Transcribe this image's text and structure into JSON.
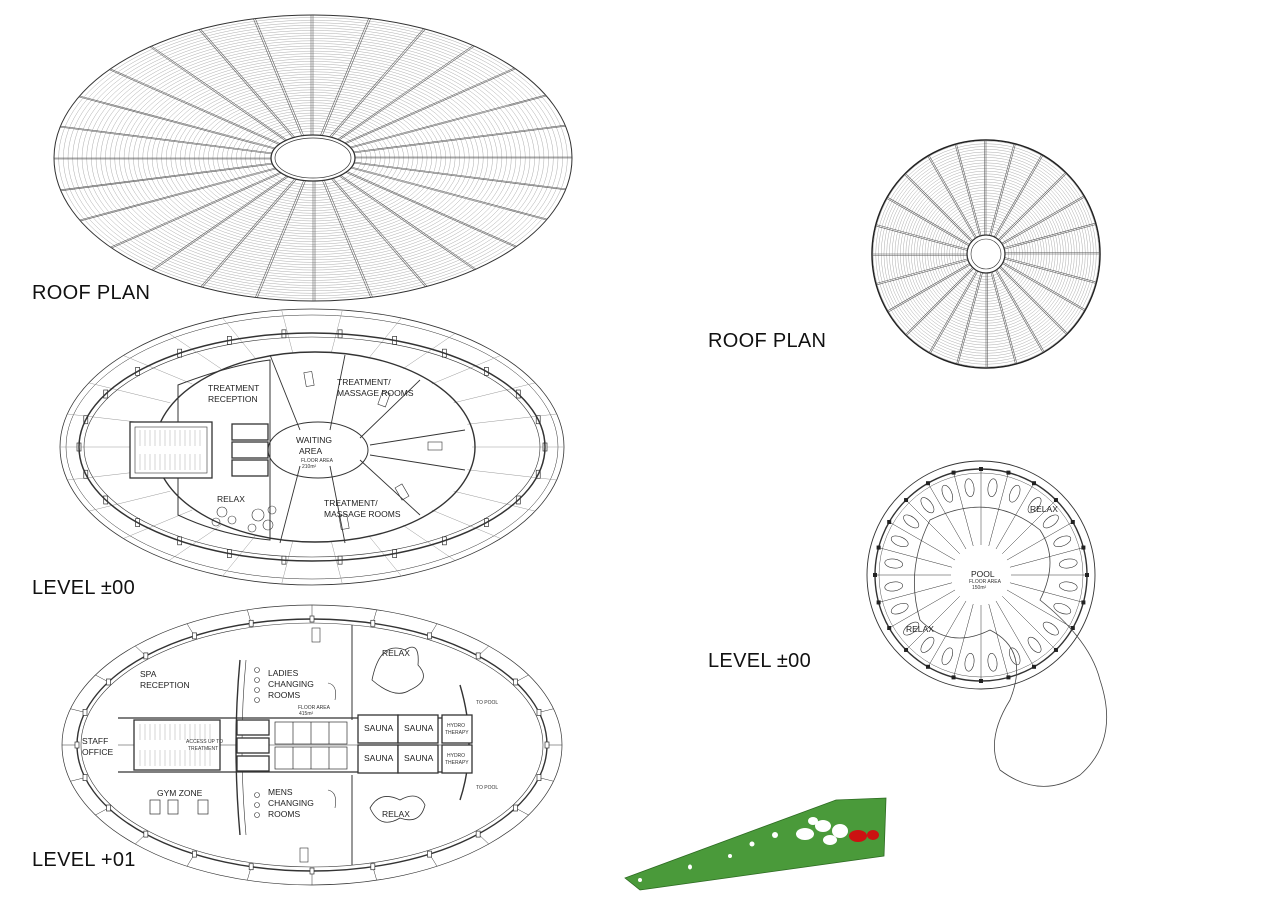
{
  "left_plans": {
    "roof": {
      "title": "ROOF PLAN"
    },
    "level_00": {
      "title": "LEVEL ±00",
      "rooms": {
        "treatment_reception": [
          "TREATMENT",
          "RECEPTION"
        ],
        "treatment_top": [
          "TREATMENT/",
          "MASSAGE ROOMS"
        ],
        "waiting": [
          "WAITING",
          "AREA"
        ],
        "waiting_area_note": [
          "FLOOR AREA",
          "210m²"
        ],
        "treatment_bottom": [
          "TREATMENT/",
          "MASSAGE ROOMS"
        ],
        "relax": "RELAX"
      }
    },
    "level_01": {
      "title": "LEVEL +01",
      "rooms": {
        "spa_reception": [
          "SPA",
          "RECEPTION"
        ],
        "ladies": [
          "LADIES",
          "CHANGING",
          "ROOMS"
        ],
        "relax_top": "RELAX",
        "floor_area_note": [
          "FLOOR AREA",
          "415m²"
        ],
        "staff_office": [
          "STAFF",
          "OFFICE"
        ],
        "access": [
          "ACCESS UP TO",
          "TREATMENT"
        ],
        "sauna": "SAUNA",
        "hydro": [
          "HYDRO",
          "THERAPY"
        ],
        "to_pool": "TO POOL",
        "gym": "GYM ZONE",
        "mens": [
          "MENS",
          "CHANGING",
          "ROOMS"
        ],
        "relax_bottom": "RELAX"
      }
    }
  },
  "right_plans": {
    "roof": {
      "title": "ROOF PLAN"
    },
    "level_00": {
      "title": "LEVEL ±00",
      "rooms": {
        "pool": "POOL",
        "pool_note": [
          "FLOOR AREA",
          "150m²"
        ],
        "relax_top": "RELAX",
        "relax_left": "RELAX"
      }
    }
  },
  "site_plan": {
    "ground_color": "#4a9a3a",
    "highlight_color": "#cc1111"
  }
}
